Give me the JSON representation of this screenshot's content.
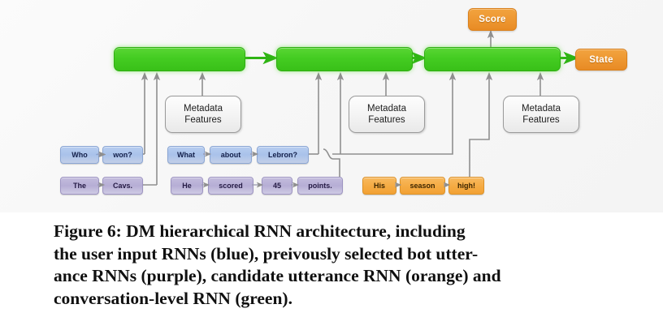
{
  "figure": {
    "caption_line1": "Figure 6: DM hierarchical RNN architecture, including",
    "caption_line2": "the user input RNNs (blue), preivously selected bot utter-",
    "caption_line3": "ance RNNs (purple), candidate utterance RNN (orange) and",
    "caption_line4": "conversation-level RNN (green)."
  },
  "colors": {
    "green_rnn": "#44cc22",
    "orange_output": "#ed9630",
    "blue_user": "#a9c2ea",
    "purple_bot": "#b6aed5",
    "orange_candidate": "#f5ab43",
    "wire": "#8a8a8a"
  },
  "outputs": {
    "score_label": "Score",
    "state_label": "State"
  },
  "metadata_boxes": [
    {
      "line1": "Metadata",
      "line2": "Features"
    },
    {
      "line1": "Metadata",
      "line2": "Features"
    },
    {
      "line1": "Metadata",
      "line2": "Features"
    }
  ],
  "green_bars": [
    {
      "name": "conversation-rnn-step-1"
    },
    {
      "name": "conversation-rnn-step-2"
    },
    {
      "name": "conversation-rnn-step-3"
    }
  ],
  "utterances": {
    "user_turn_1": {
      "type": "user-input-rnn",
      "color": "blue",
      "tokens": [
        "Who",
        "won?"
      ]
    },
    "bot_turn_1": {
      "type": "bot-utterance-rnn",
      "color": "purple",
      "tokens": [
        "The",
        "Cavs."
      ]
    },
    "user_turn_2": {
      "type": "user-input-rnn",
      "color": "blue",
      "tokens": [
        "What",
        "about",
        "Lebron?"
      ]
    },
    "bot_turn_2": {
      "type": "bot-utterance-rnn",
      "color": "purple",
      "tokens": [
        "He",
        "scored",
        "45",
        "points."
      ]
    },
    "candidate": {
      "type": "candidate-utterance-rnn",
      "color": "orange",
      "tokens": [
        "His",
        "season",
        "high!"
      ]
    }
  }
}
